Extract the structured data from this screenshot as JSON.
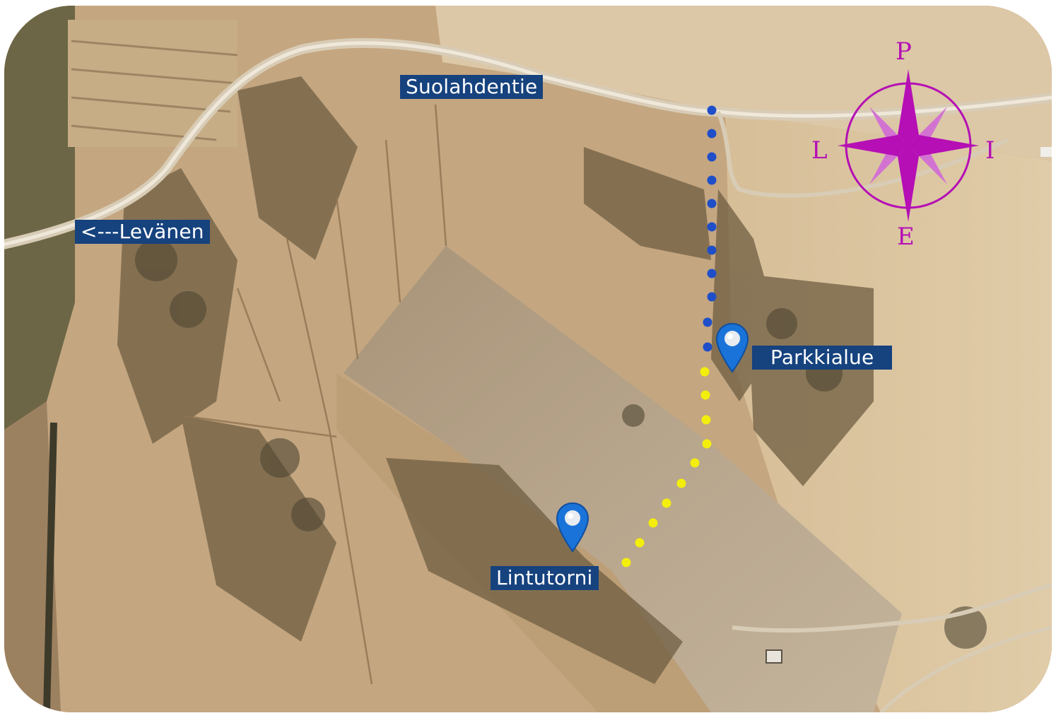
{
  "map": {
    "roads": {
      "main_road": "Suolahdentie",
      "direction_to": "<---Levänen"
    },
    "places": {
      "parking": "Parkkialue",
      "bird_tower": "Lintutorni"
    },
    "compass": {
      "north": "P",
      "south": "E",
      "west": "L",
      "east": "I",
      "color": "#b50fb5"
    },
    "route_colors": {
      "road_to_parking": "#1f4fc8",
      "parking_to_tower": "#f3ee0c"
    },
    "label_color": "#16427e",
    "pin_color": "#1a73d9",
    "icons": [
      "map-pin-icon",
      "compass-rose-icon"
    ]
  }
}
